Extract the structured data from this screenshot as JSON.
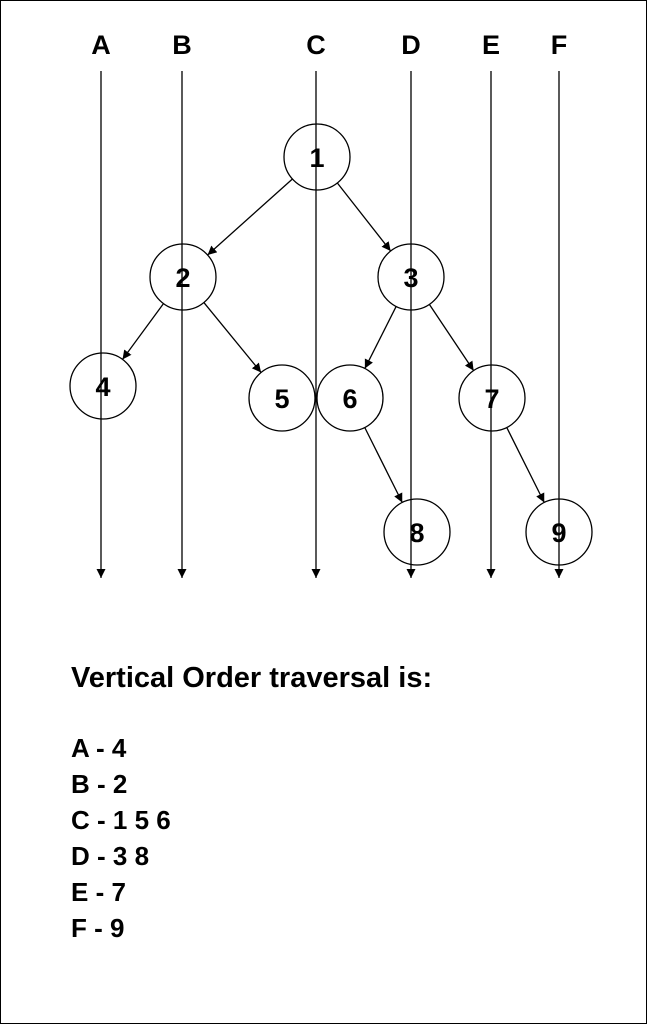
{
  "diagram": {
    "columns": [
      {
        "id": "A",
        "label": "A"
      },
      {
        "id": "B",
        "label": "B"
      },
      {
        "id": "C",
        "label": "C"
      },
      {
        "id": "D",
        "label": "D"
      },
      {
        "id": "E",
        "label": "E"
      },
      {
        "id": "F",
        "label": "F"
      }
    ],
    "nodes": [
      {
        "id": "1",
        "label": "1"
      },
      {
        "id": "2",
        "label": "2"
      },
      {
        "id": "3",
        "label": "3"
      },
      {
        "id": "4",
        "label": "4"
      },
      {
        "id": "5",
        "label": "5"
      },
      {
        "id": "6",
        "label": "6"
      },
      {
        "id": "7",
        "label": "7"
      },
      {
        "id": "8",
        "label": "8"
      },
      {
        "id": "9",
        "label": "9"
      }
    ],
    "edges": [
      {
        "from": "1",
        "to": "2"
      },
      {
        "from": "1",
        "to": "3"
      },
      {
        "from": "2",
        "to": "4"
      },
      {
        "from": "2",
        "to": "5"
      },
      {
        "from": "3",
        "to": "6"
      },
      {
        "from": "3",
        "to": "7"
      },
      {
        "from": "6",
        "to": "8"
      },
      {
        "from": "7",
        "to": "9"
      }
    ]
  },
  "results": {
    "title": "Vertical Order traversal is:",
    "lines": [
      "A - 4",
      "B - 2",
      "C - 1 5 6",
      "D - 3 8",
      "E - 7",
      "F - 9"
    ]
  }
}
